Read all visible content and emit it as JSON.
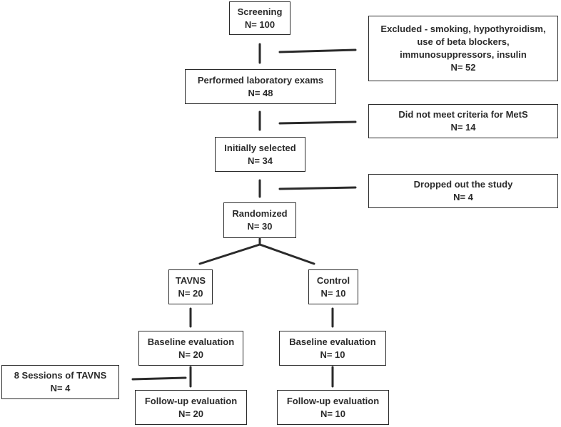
{
  "nodes": {
    "screening": {
      "line1": "Screening",
      "line2": "N= 100"
    },
    "excluded": {
      "line1": "Excluded - smoking, hypothyroidism,",
      "line2": "use of beta blockers,",
      "line3": "immunosuppressors, insulin",
      "line4": "N= 52"
    },
    "lab_exams": {
      "line1": "Performed laboratory exams",
      "line2": "N= 48"
    },
    "not_met": {
      "line1": "Did not meet criteria for MetS",
      "line2": "N= 14"
    },
    "initially_selected": {
      "line1": "Initially selected",
      "line2": "N= 34"
    },
    "dropped_out": {
      "line1": "Dropped out the study",
      "line2": "N= 4"
    },
    "randomized": {
      "line1": "Randomized",
      "line2": "N= 30"
    },
    "tavns": {
      "line1": "TAVNS",
      "line2": "N= 20"
    },
    "control": {
      "line1": "Control",
      "line2": "N= 10"
    },
    "tavns_baseline": {
      "line1": "Baseline evaluation",
      "line2": "N= 20"
    },
    "control_baseline": {
      "line1": "Baseline evaluation",
      "line2": "N= 10"
    },
    "sessions": {
      "line1": "8 Sessions of TAVNS",
      "line2": "N= 4"
    },
    "tavns_followup": {
      "line1": "Follow-up evaluation",
      "line2": "N= 20"
    },
    "control_followup": {
      "line1": "Follow-up evaluation",
      "line2": "N= 10"
    }
  },
  "colors": {
    "line": "#2a2a2a",
    "text": "#2b2b2b"
  }
}
